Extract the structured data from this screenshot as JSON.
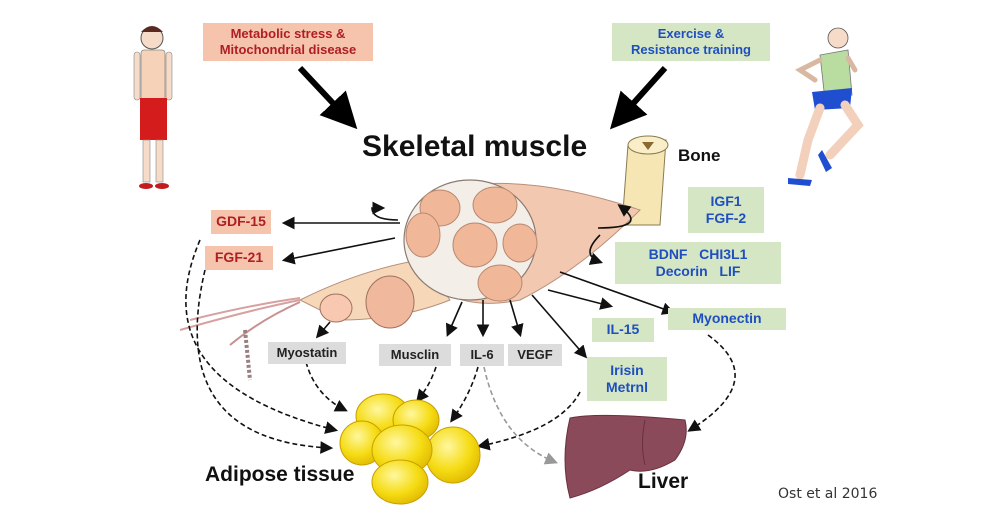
{
  "title": "Skeletal muscle",
  "inputs": {
    "left": {
      "text": [
        "Metabolic stress &",
        "Mitochondrial disease"
      ],
      "color": "#b01e23",
      "bg": "#f6c4ad"
    },
    "right": {
      "text": [
        "Exercise &",
        "Resistance training"
      ],
      "color": "#1f4fbf",
      "bg": "#d4e6c4"
    }
  },
  "organs": {
    "bone": "Bone",
    "adipose": "Adipose tissue",
    "liver": "Liver"
  },
  "myokines": {
    "red": [
      "GDF-15",
      "FGF-21"
    ],
    "grey": [
      "Myostatin",
      "Musclin",
      "IL-6",
      "VEGF"
    ],
    "green": {
      "bone_group": [
        "IGF1",
        "FGF-2"
      ],
      "autocrine_group": [
        "BDNF   CHI3L1",
        "Decorin   LIF"
      ],
      "il15": "IL-15",
      "myonectin": "Myonectin",
      "irisin_group": [
        "Irisin",
        "Metrnl"
      ]
    }
  },
  "citation": "Ost et al 2016",
  "icons": [
    "sedentary-person-icon",
    "runner-icon",
    "muscle-fiber-bundle-icon",
    "bone-icon",
    "adipocytes-icon",
    "liver-icon"
  ]
}
